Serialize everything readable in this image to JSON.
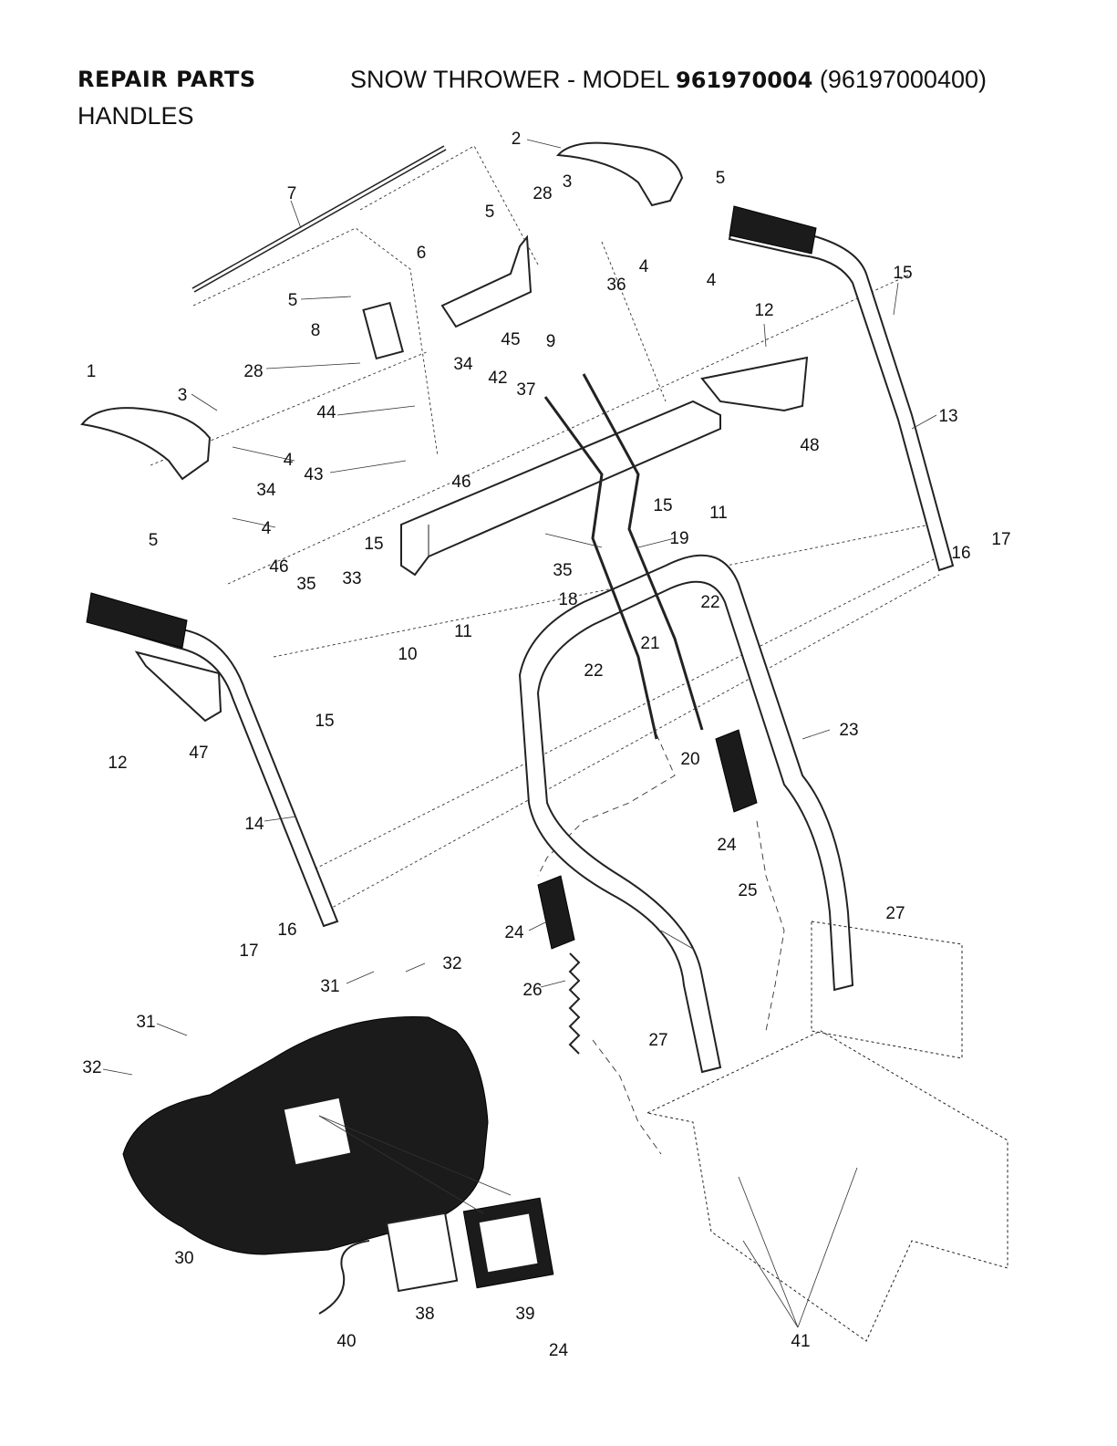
{
  "header": {
    "left": "REPAIR PARTS",
    "middle": "SNOW THROWER - MODEL",
    "model": "961970004",
    "suffix": "(96197000400)",
    "subtitle": "HANDLES"
  },
  "page_number": "24",
  "callouts": [
    {
      "id": "c2",
      "label": "2"
    },
    {
      "id": "c7",
      "label": "7"
    },
    {
      "id": "c28a",
      "label": "28"
    },
    {
      "id": "c3a",
      "label": "3"
    },
    {
      "id": "c5a",
      "label": "5"
    },
    {
      "id": "c5b",
      "label": "5"
    },
    {
      "id": "c6",
      "label": "6"
    },
    {
      "id": "c5c",
      "label": "5"
    },
    {
      "id": "c8",
      "label": "8"
    },
    {
      "id": "c36",
      "label": "36"
    },
    {
      "id": "c4a",
      "label": "4"
    },
    {
      "id": "c4b",
      "label": "4"
    },
    {
      "id": "c45",
      "label": "45"
    },
    {
      "id": "c9",
      "label": "9"
    },
    {
      "id": "c15a",
      "label": "15"
    },
    {
      "id": "c12a",
      "label": "12"
    },
    {
      "id": "c1",
      "label": "1"
    },
    {
      "id": "c28b",
      "label": "28"
    },
    {
      "id": "c3b",
      "label": "3"
    },
    {
      "id": "c34a",
      "label": "34"
    },
    {
      "id": "c42",
      "label": "42"
    },
    {
      "id": "c37",
      "label": "37"
    },
    {
      "id": "c44",
      "label": "44"
    },
    {
      "id": "c4c",
      "label": "4"
    },
    {
      "id": "c43",
      "label": "43"
    },
    {
      "id": "c46a",
      "label": "46"
    },
    {
      "id": "c13",
      "label": "13"
    },
    {
      "id": "c48",
      "label": "48"
    },
    {
      "id": "c34b",
      "label": "34"
    },
    {
      "id": "c4d",
      "label": "4"
    },
    {
      "id": "c5d",
      "label": "5"
    },
    {
      "id": "c15b",
      "label": "15"
    },
    {
      "id": "c11a",
      "label": "11"
    },
    {
      "id": "c17a",
      "label": "17"
    },
    {
      "id": "c16a",
      "label": "16"
    },
    {
      "id": "c19",
      "label": "19"
    },
    {
      "id": "c15c",
      "label": "15"
    },
    {
      "id": "c46b",
      "label": "46"
    },
    {
      "id": "c35a",
      "label": "35"
    },
    {
      "id": "c33",
      "label": "33"
    },
    {
      "id": "c35b",
      "label": "35"
    },
    {
      "id": "c18",
      "label": "18"
    },
    {
      "id": "c22a",
      "label": "22"
    },
    {
      "id": "c11b",
      "label": "11"
    },
    {
      "id": "c10",
      "label": "10"
    },
    {
      "id": "c21",
      "label": "21"
    },
    {
      "id": "c22b",
      "label": "22"
    },
    {
      "id": "c15d",
      "label": "15"
    },
    {
      "id": "c12b",
      "label": "12"
    },
    {
      "id": "c47",
      "label": "47"
    },
    {
      "id": "c23",
      "label": "23"
    },
    {
      "id": "c20",
      "label": "20"
    },
    {
      "id": "c14",
      "label": "14"
    },
    {
      "id": "c24a",
      "label": "24"
    },
    {
      "id": "c25",
      "label": "25"
    },
    {
      "id": "c27a",
      "label": "27"
    },
    {
      "id": "c16b",
      "label": "16"
    },
    {
      "id": "c17b",
      "label": "17"
    },
    {
      "id": "c24b",
      "label": "24"
    },
    {
      "id": "c32a",
      "label": "32"
    },
    {
      "id": "c31a",
      "label": "31"
    },
    {
      "id": "c26",
      "label": "26"
    },
    {
      "id": "c27b",
      "label": "27"
    },
    {
      "id": "c31b",
      "label": "31"
    },
    {
      "id": "c32b",
      "label": "32"
    },
    {
      "id": "c30",
      "label": "30"
    },
    {
      "id": "c38",
      "label": "38"
    },
    {
      "id": "c39",
      "label": "39"
    },
    {
      "id": "c40",
      "label": "40"
    },
    {
      "id": "c41",
      "label": "41"
    }
  ]
}
